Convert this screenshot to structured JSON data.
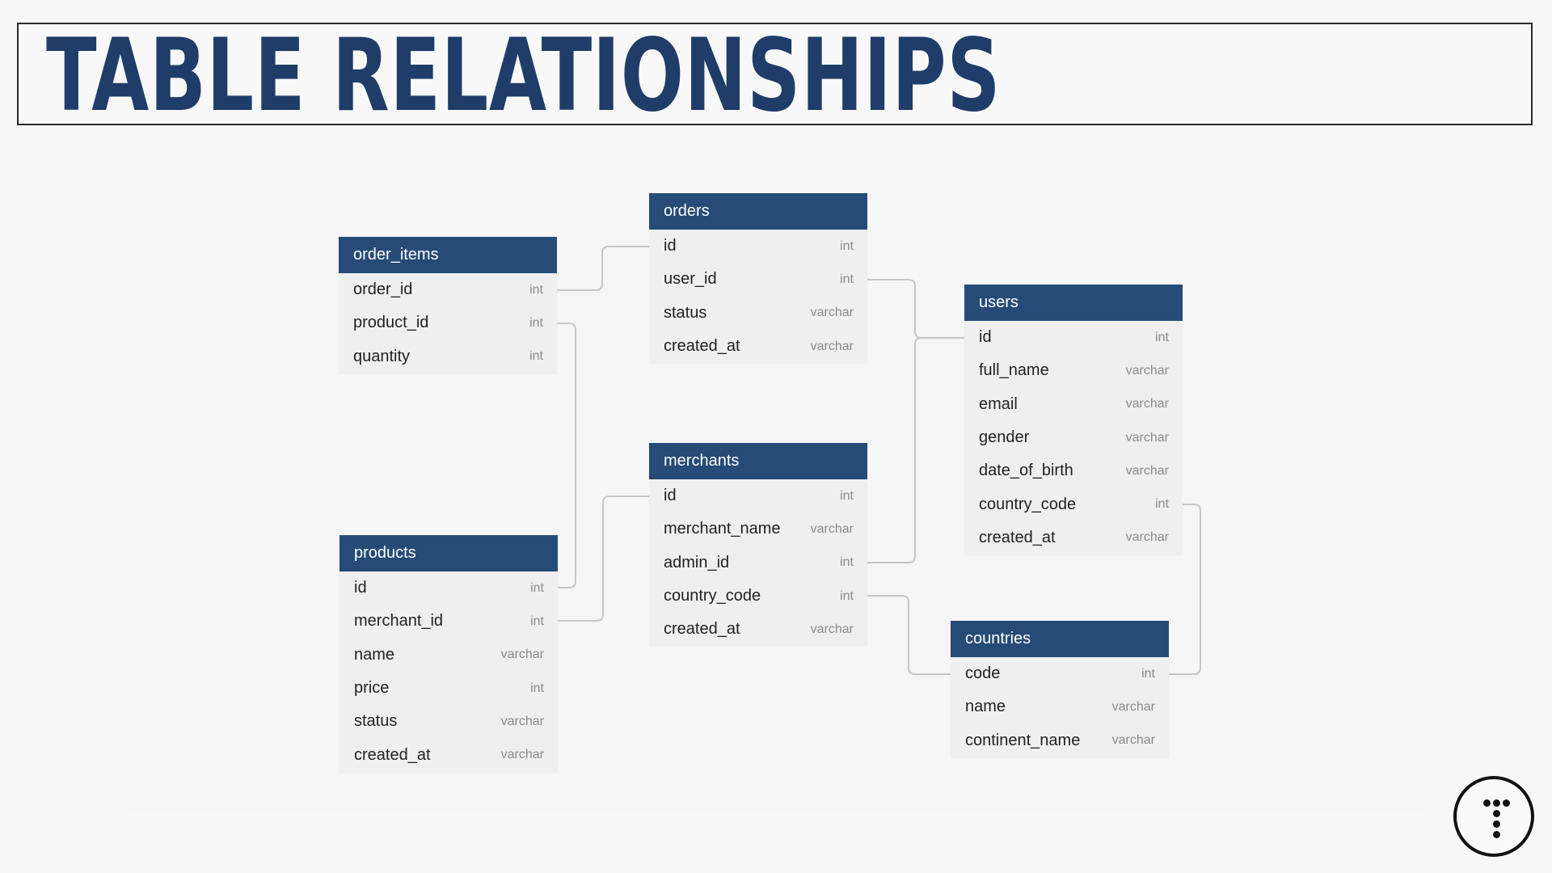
{
  "title": "TABLE RELATIONSHIPS",
  "colors": {
    "header": "#264b77",
    "title": "#1f3d68",
    "row": "#efefef",
    "connector": "#c7c7c7"
  },
  "tables": {
    "orders": {
      "name": "orders",
      "columns": [
        {
          "name": "id",
          "type": "int"
        },
        {
          "name": "user_id",
          "type": "int"
        },
        {
          "name": "status",
          "type": "varchar"
        },
        {
          "name": "created_at",
          "type": "varchar"
        }
      ]
    },
    "order_items": {
      "name": "order_items",
      "columns": [
        {
          "name": "order_id",
          "type": "int"
        },
        {
          "name": "product_id",
          "type": "int"
        },
        {
          "name": "quantity",
          "type": "int"
        }
      ]
    },
    "users": {
      "name": "users",
      "columns": [
        {
          "name": "id",
          "type": "int"
        },
        {
          "name": "full_name",
          "type": "varchar"
        },
        {
          "name": "email",
          "type": "varchar"
        },
        {
          "name": "gender",
          "type": "varchar"
        },
        {
          "name": "date_of_birth",
          "type": "varchar"
        },
        {
          "name": "country_code",
          "type": "int"
        },
        {
          "name": "created_at",
          "type": "varchar"
        }
      ]
    },
    "merchants": {
      "name": "merchants",
      "columns": [
        {
          "name": "id",
          "type": "int"
        },
        {
          "name": "merchant_name",
          "type": "varchar"
        },
        {
          "name": "admin_id",
          "type": "int"
        },
        {
          "name": "country_code",
          "type": "int"
        },
        {
          "name": "created_at",
          "type": "varchar"
        }
      ]
    },
    "products": {
      "name": "products",
      "columns": [
        {
          "name": "id",
          "type": "int"
        },
        {
          "name": "merchant_id",
          "type": "int"
        },
        {
          "name": "name",
          "type": "varchar"
        },
        {
          "name": "price",
          "type": "int"
        },
        {
          "name": "status",
          "type": "varchar"
        },
        {
          "name": "created_at",
          "type": "varchar"
        }
      ]
    },
    "countries": {
      "name": "countries",
      "columns": [
        {
          "name": "code",
          "type": "int"
        },
        {
          "name": "name",
          "type": "varchar"
        },
        {
          "name": "continent_name",
          "type": "varchar"
        }
      ]
    }
  },
  "relationships": [
    {
      "from": "order_items.order_id",
      "to": "orders.id"
    },
    {
      "from": "order_items.product_id",
      "to": "products.id"
    },
    {
      "from": "orders.user_id",
      "to": "users.id"
    },
    {
      "from": "merchants.admin_id",
      "to": "users.id"
    },
    {
      "from": "products.merchant_id",
      "to": "merchants.id"
    },
    {
      "from": "merchants.country_code",
      "to": "countries.code"
    },
    {
      "from": "users.country_code",
      "to": "countries.code"
    }
  ],
  "logo_icon": "brand-logo-icon"
}
